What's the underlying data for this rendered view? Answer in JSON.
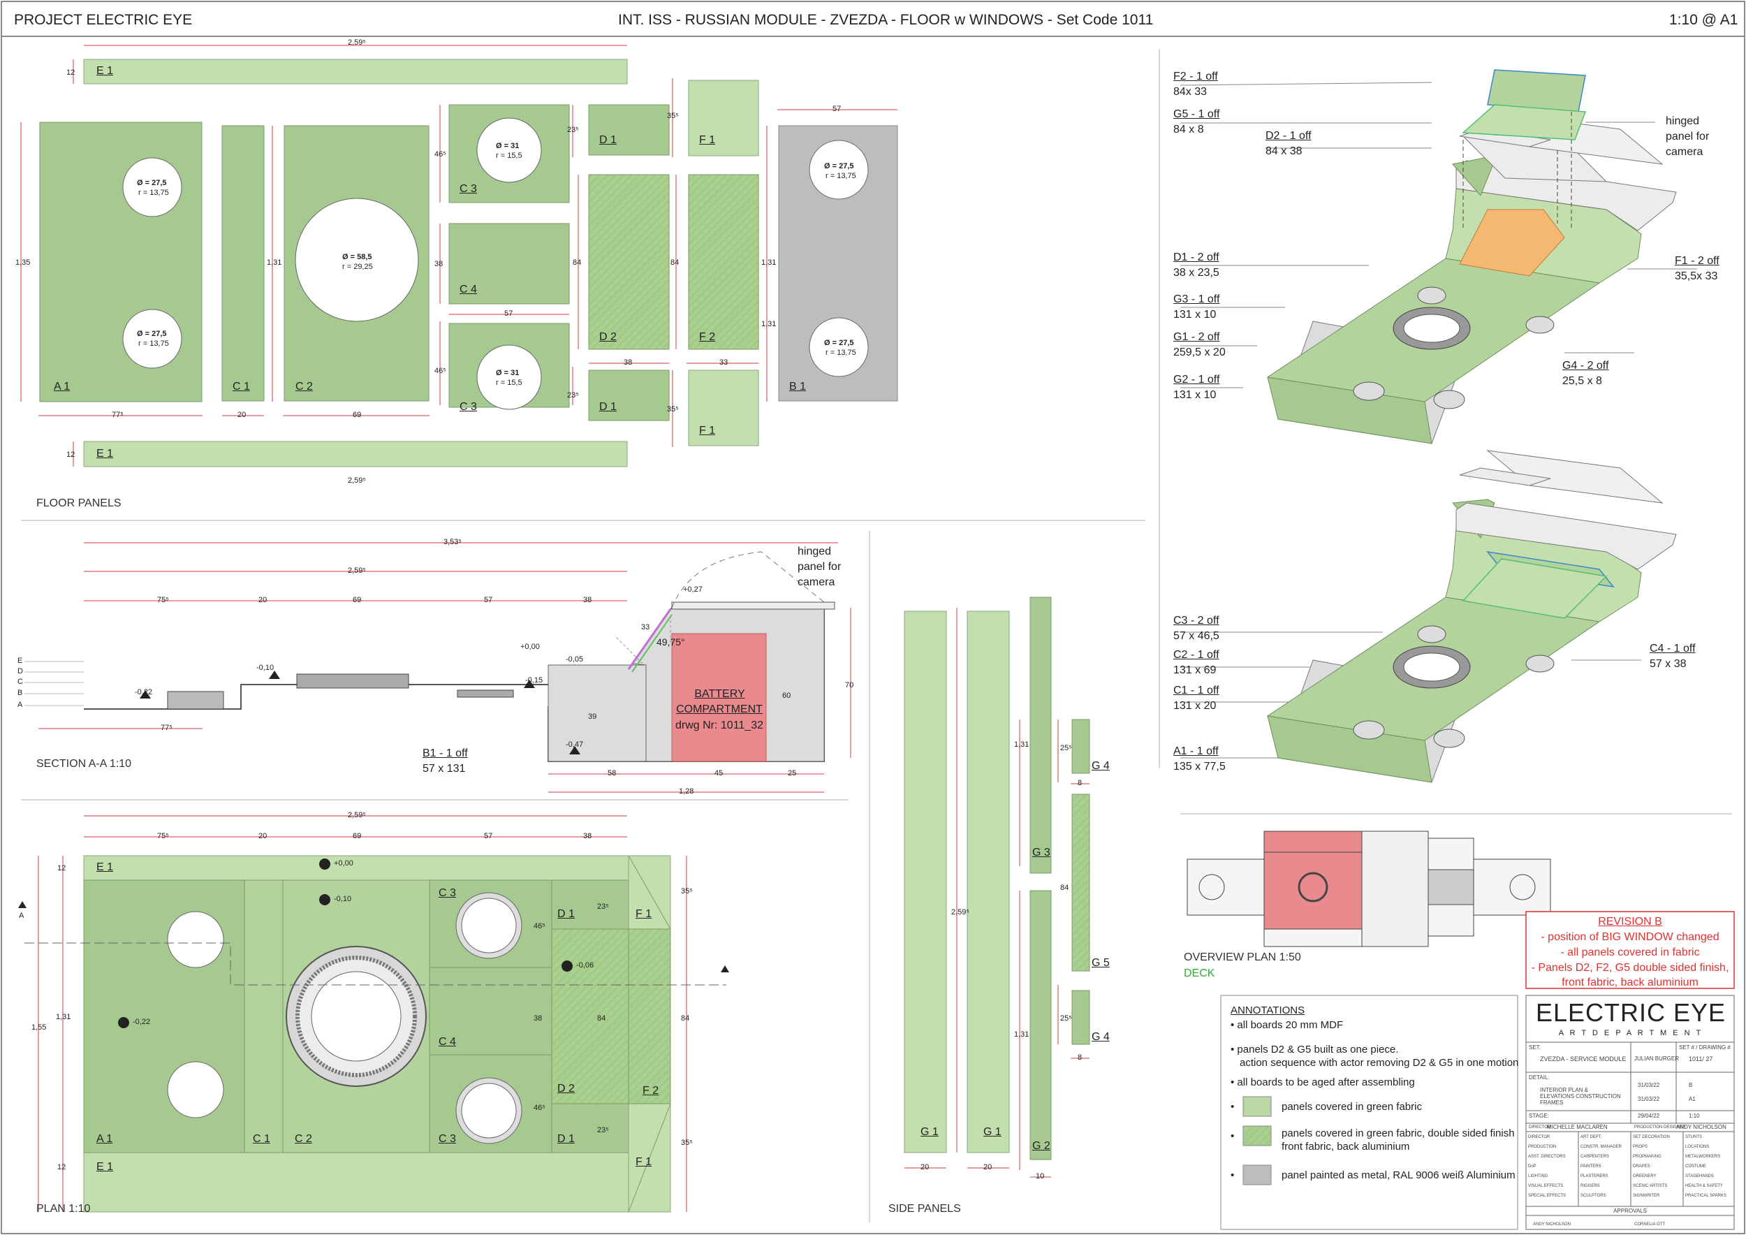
{
  "header": {
    "project": "PROJECT ELECTRIC EYE",
    "title": "INT. ISS - RUSSIAN MODULE - ZVEZDA - FLOOR w WINDOWS - Set Code 1011",
    "scale": "1:10 @ A1"
  },
  "sections": {
    "floor_panels": "FLOOR PANELS",
    "section_aa": "SECTION A-A 1:10",
    "plan": "PLAN 1:10",
    "side_panels": "SIDE PANELS",
    "overview_plan": "OVERVIEW PLAN 1:50",
    "deck": "DECK"
  },
  "floor_panels": {
    "labels": [
      "E 1",
      "A 1",
      "C 1",
      "C 2",
      "C 3",
      "C 4",
      "C 3",
      "D 1",
      "D 2",
      "D 1",
      "F 1",
      "F 2",
      "F 1",
      "B 1",
      "E 1"
    ],
    "dims": [
      "2,59⁵",
      "77⁵",
      "20",
      "69",
      "57",
      "38",
      "33",
      "57",
      "1,35",
      "1,31",
      "1,31",
      "84",
      "84",
      "1,31",
      "46⁵",
      "46⁵",
      "38",
      "23⁵",
      "23⁵",
      "35⁵",
      "35⁵",
      "12",
      "12",
      "2,59⁵"
    ],
    "holes": [
      {
        "d": "Ø = 27,5",
        "r": "r = 13,75"
      },
      {
        "d": "Ø = 27,5",
        "r": "r = 13,75"
      },
      {
        "d": "Ø = 58,5",
        "r": "r = 29,25"
      },
      {
        "d": "Ø = 31",
        "r": "r = 15,5"
      },
      {
        "d": "Ø = 31",
        "r": "r = 15,5"
      },
      {
        "d": "Ø = 27,5",
        "r": "r = 13,75"
      },
      {
        "d": "Ø = 27,5",
        "r": "r = 13,75"
      }
    ]
  },
  "section": {
    "dims_top": [
      "3,53⁵",
      "2,59⁵",
      "75⁵",
      "20",
      "69",
      "57",
      "38"
    ],
    "levels": [
      "E",
      "D",
      "C",
      "B",
      "A"
    ],
    "elevations": [
      "-0,22",
      "-0,10",
      "+0,00",
      "-0,15",
      "-0,05",
      "+0,27",
      "-0,47"
    ],
    "hinged_note": [
      "hinged",
      "panel for",
      "camera"
    ],
    "angle": "49,75°",
    "battery": [
      "BATTERY",
      "COMPARTMENT",
      "drwg Nr: 1011_32"
    ],
    "b1_label": "B1 - 1 off",
    "b1_size": "57 x 131",
    "dims_bottom": [
      "77⁵",
      "58",
      "45",
      "25",
      "1,28",
      "39",
      "60",
      "70",
      "33"
    ]
  },
  "plan": {
    "dims_top": [
      "2,59⁵",
      "75⁵",
      "20",
      "69",
      "57",
      "38"
    ],
    "labels": [
      "E 1",
      "A 1",
      "C 1",
      "C 2",
      "C 3",
      "C 4",
      "C 3",
      "D 1",
      "D 2",
      "D 1",
      "F 1",
      "F 2",
      "F 1",
      "E 1"
    ],
    "elevs": [
      "+0,00",
      "-0,10",
      "-0,22",
      "-0,06"
    ],
    "dims_side": [
      "1,55",
      "1,31",
      "12",
      "12",
      "46⁵",
      "46⁵",
      "38",
      "84",
      "84",
      "23⁵",
      "23⁵",
      "35⁵",
      "35⁵"
    ],
    "marker": "A"
  },
  "side_panels": {
    "labels": [
      "G 1",
      "G 1",
      "G 2",
      "G 3",
      "G 4",
      "G 5",
      "G 4"
    ],
    "dims": [
      "2,59⁵",
      "1,31",
      "1,31",
      "84",
      "25⁵",
      "25⁵",
      "20",
      "20",
      "10",
      "8",
      "8"
    ]
  },
  "iso_top": {
    "callouts_left": [
      {
        "name": "F2 - 1 off",
        "size": "84x 33"
      },
      {
        "name": "G5 - 1 off",
        "size": "84 x 8"
      },
      {
        "name": "D2 - 1 off",
        "size": "84 x 38"
      },
      {
        "name": "D1 - 2 off",
        "size": "38 x 23,5"
      },
      {
        "name": "G3 - 1 off",
        "size": "131 x 10"
      },
      {
        "name": "G1 - 2 off",
        "size": "259,5 x 20"
      },
      {
        "name": "G2 - 1 off",
        "size": "131 x 10"
      }
    ],
    "callouts_right": [
      {
        "name": "F1 - 2 off",
        "size": "35,5x 33"
      },
      {
        "name": "G4 - 2 off",
        "size": "25,5 x 8"
      }
    ],
    "hinged_note": [
      "hinged",
      "panel for",
      "camera"
    ]
  },
  "iso_bottom": {
    "callouts_left": [
      {
        "name": "C3 - 2 off",
        "size": "57 x 46,5"
      },
      {
        "name": "C2 - 1 off",
        "size": "131 x 69"
      },
      {
        "name": "C1 - 1 off",
        "size": "131 x 20"
      },
      {
        "name": "A1 - 1 off",
        "size": "135 x 77,5"
      }
    ],
    "callouts_right": [
      {
        "name": "C4 - 1 off",
        "size": "57 x 38"
      }
    ]
  },
  "revision": {
    "title": "REVISION B",
    "lines": [
      "- position of BIG WINDOW changed",
      "- all panels covered in fabric",
      "- Panels D2, F2, G5 double sided finish,",
      "front fabric, back aluminium"
    ]
  },
  "annotations": {
    "title": "ANNOTATIONS",
    "notes": [
      "• all boards 20 mm MDF",
      "• panels D2 & G5 built as one piece.",
      "action sequence with actor removing D2 & G5 in one motion",
      "• all boards to be aged after assembling"
    ],
    "legend": [
      {
        "text": "panels covered in green fabric",
        "color": "#b9d8a4"
      },
      {
        "text": "panels covered in green fabric, double sided finish",
        "text2": "front fabric, back aluminium",
        "color": "#a8cf8e"
      },
      {
        "text": "panel painted as metal, RAL 9006 weiß Aluminium",
        "color": "#bdbdbd"
      }
    ],
    "bullet": "•"
  },
  "titleblock": {
    "logo": "ELECTRIC EYE",
    "dept": "A R T   D E P A R T M E N T",
    "set_label": "SET:",
    "set_value": "ZVEZDA - SERVICE MODULE",
    "drawn_by": "JULIAN BURGER",
    "set_no_label": "SET # / DRAWING #",
    "set_no": "1011/ 27",
    "detail_label": "DETAIL:",
    "detail_value": "INTERIOR PLAN & ELEVATIONS CONSTRUCTION FRAMES",
    "date_drawn": "31/03/22",
    "date_issued": "31/03/22",
    "revision": "B",
    "paper": "A1",
    "stage_label": "STAGE:",
    "date_rev": "29/04/22",
    "scale": "1:10",
    "director_label": "DIRECTOR",
    "director": "MICHELLE MACLAREN",
    "designer_label": "PRODUCTION DESIGNER",
    "designer": "ANDY NICHOLSON",
    "crew": [
      "DIRECTOR",
      "ART DEPT.",
      "SET DECORATION",
      "STUNTS",
      "PRODUCTION",
      "CONSTR. MANAGER",
      "PROPS",
      "LOCATIONS",
      "ASST. DIRECTORS",
      "CARPENTERS",
      "PROPMAKING",
      "METALWORKERS",
      "DoP",
      "PAINTERS",
      "DRAPES",
      "COSTUME",
      "LIGHTING",
      "PLASTERERS",
      "GREENERY",
      "STAGEHANDS",
      "VISUAL EFFECTS",
      "RIGGERS",
      "SCENIC ARTISTS",
      "HEALTH & SAFETY",
      "SPECIAL EFFECTS",
      "SCULPTORS",
      "SIGNWRITER",
      "PRACTICAL SPARKS"
    ],
    "approvals": "APPROVALS",
    "sign1": "ANDY NICHOLSON",
    "sign2": "CORNELIA OTT"
  },
  "colors": {
    "green": "#b9d8a4",
    "green_dark": "#a6c990",
    "metal": "#bdbdbd",
    "dim_red": "#d0393f",
    "battery": "#e98a8e",
    "orange": "#f5b871",
    "revision": "#e03030",
    "deck": "#33aa33"
  }
}
